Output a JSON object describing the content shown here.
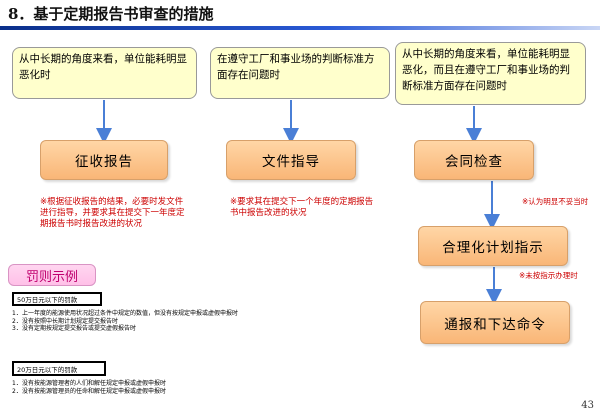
{
  "page": {
    "title": "8．基于定期报告书审查的措施",
    "page_number": "43"
  },
  "notes": [
    "从中长期的角度来看，单位能耗明显恶化时",
    "在遵守工厂和事业场的判断标准方面存在问题时",
    "从中长期的角度来看，单位能耗明显恶化，而且在遵守工厂和事业场的判断标准方面存在问题时"
  ],
  "stages": {
    "collect": "征收报告",
    "document": "文件指导",
    "inspection": "会同检查",
    "plan": "合理化计划指示",
    "notify": "通报和下达命令"
  },
  "remarks": {
    "collect": "※根据征收报告的结果，必要时发文件进行指导，并要求其在提交下一年度定期报告书时报告改进的状况",
    "document": "※要求其在提交下一个年度的定期报告书中报告改进的状况",
    "inspection": "※认为明显不妥当时",
    "plan": "※未按指示办理时"
  },
  "penalties": {
    "header": "罚则示例",
    "tier1": {
      "label": "50万日元以下的罚款",
      "items": [
        {
          "num": "1．",
          "text": "上一年度的能源使用状况超过条件中规定的数值，但没有按规定申报或虚假申报时"
        },
        {
          "num": "2．",
          "text": "没有按照中长期计划规定提交报告时"
        },
        {
          "num": "3．",
          "text": "没有定期按规定提交报告或提交虚假报告时"
        }
      ]
    },
    "tier2": {
      "label": "20万日元以下的罚款",
      "items": [
        {
          "num": "1．",
          "text": "没有按能源管理者的人们和解任规定申报或虚假申报时"
        },
        {
          "num": "2．",
          "text": "没有按能源管理员的任命和解任规定申报或虚假申报时"
        }
      ]
    }
  },
  "colors": {
    "note_fill": "#ffffcc",
    "stage_fill": "#f9b677",
    "remark_text": "#cc0000",
    "penalty_text": "#c0006e",
    "arrow": "#4a7fd6"
  }
}
